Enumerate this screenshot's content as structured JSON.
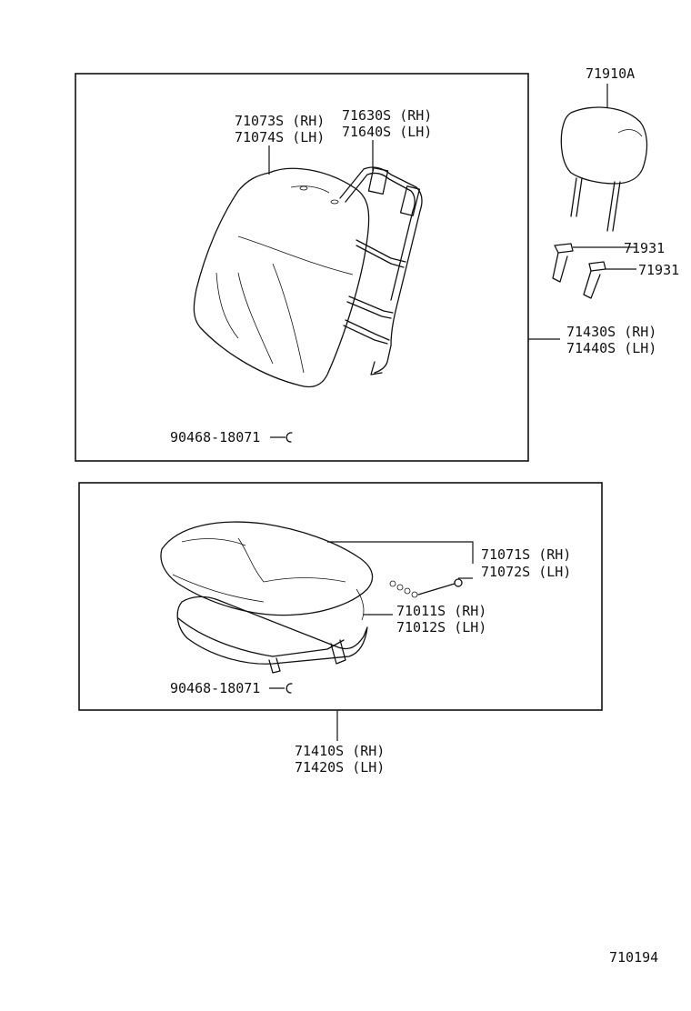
{
  "upper_assembly": {
    "cover_rh": "71073S (RH)",
    "cover_lh": "71074S (LH)",
    "frame_rh": "71630S (RH)",
    "frame_lh": "71640S (LH)",
    "clip": "90468-18071",
    "assembly_rh": "71430S (RH)",
    "assembly_lh": "71440S (LH)"
  },
  "headrest": {
    "part": "71910A",
    "support_1": "71931",
    "support_2": "71931"
  },
  "lower_assembly": {
    "cover_rh": "71071S (RH)",
    "cover_lh": "71072S (LH)",
    "pad_rh": "71011S (RH)",
    "pad_lh": "71012S (LH)",
    "clip": "90468-18071",
    "assembly_rh": "71410S (RH)",
    "assembly_lh": "71420S (LH)"
  },
  "diagram_number": "710194"
}
